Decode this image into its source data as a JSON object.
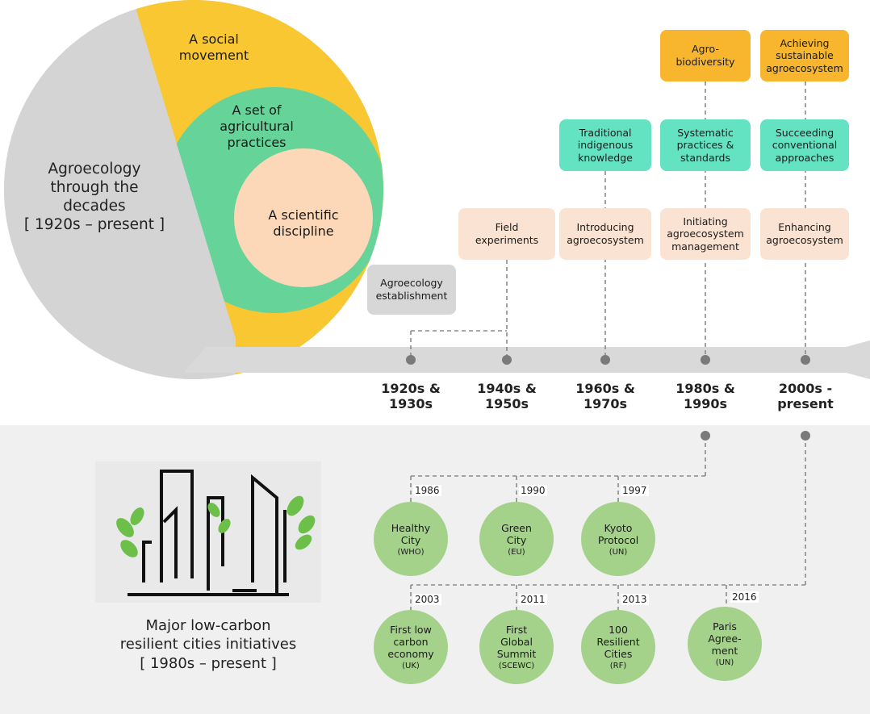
{
  "colors": {
    "grey_circle": "#d4d4d4",
    "yellow": "#f8c732",
    "green": "#66d399",
    "peach": "#fcd8b8",
    "teal_box": "#63e3c2",
    "pink_box": "#fbe3d3",
    "orange_box": "#f8b62e",
    "initiative_circle": "#a5d28b",
    "bottom_panel": "#f0f0f0",
    "arrow": "#d9d9d9",
    "dot": "#7a7a7a"
  },
  "agroecology": {
    "title": "Agroecology\nthrough the\ndecades\n[ 1920s – present ]",
    "layers": {
      "social_movement": "A social\nmovement",
      "practices": "A set of\nagricultural\npractices",
      "discipline": "A scientific\ndiscipline"
    }
  },
  "timeline": {
    "periods": [
      "1920s &\n1930s",
      "1940s &\n1950s",
      "1960s &\n1970s",
      "1980s &\n1990s",
      "2000s -\npresent"
    ],
    "grey_boxes": [
      "Agroecology\nestablishment"
    ],
    "pink_boxes": [
      "Field\nexperiments",
      "Introducing\nagroecosystem",
      "Initiating\nagroecosystem\nmanagement",
      "Enhancing\nagroecosystem"
    ],
    "teal_boxes": [
      "Traditional\nindigenous\nknowledge",
      "Systematic\npractices &\nstandards",
      "Succeeding\nconventional\napproaches"
    ],
    "orange_boxes": [
      "Agro-\nbiodiversity",
      "Achieving\nsustainable\nagroecosystem"
    ]
  },
  "cities": {
    "caption": "Major low-carbon\nresilient cities initiatives\n[ 1980s – present ]",
    "icon": "low-carbon-city-icon",
    "initiatives": [
      {
        "year": "1986",
        "name": "Healthy\nCity",
        "org": "(WHO)"
      },
      {
        "year": "1990",
        "name": "Green\nCity",
        "org": "(EU)"
      },
      {
        "year": "1997",
        "name": "Kyoto\nProtocol",
        "org": "(UN)"
      },
      {
        "year": "2003",
        "name": "First low\ncarbon\neconomy",
        "org": "(UK)"
      },
      {
        "year": "2011",
        "name": "First\nGlobal\nSummit",
        "org": "(SCEWC)"
      },
      {
        "year": "2013",
        "name": "100\nResilient\nCities",
        "org": "(RF)"
      },
      {
        "year": "2016",
        "name": "Paris\nAgree-\nment",
        "org": "(UN)"
      }
    ]
  }
}
